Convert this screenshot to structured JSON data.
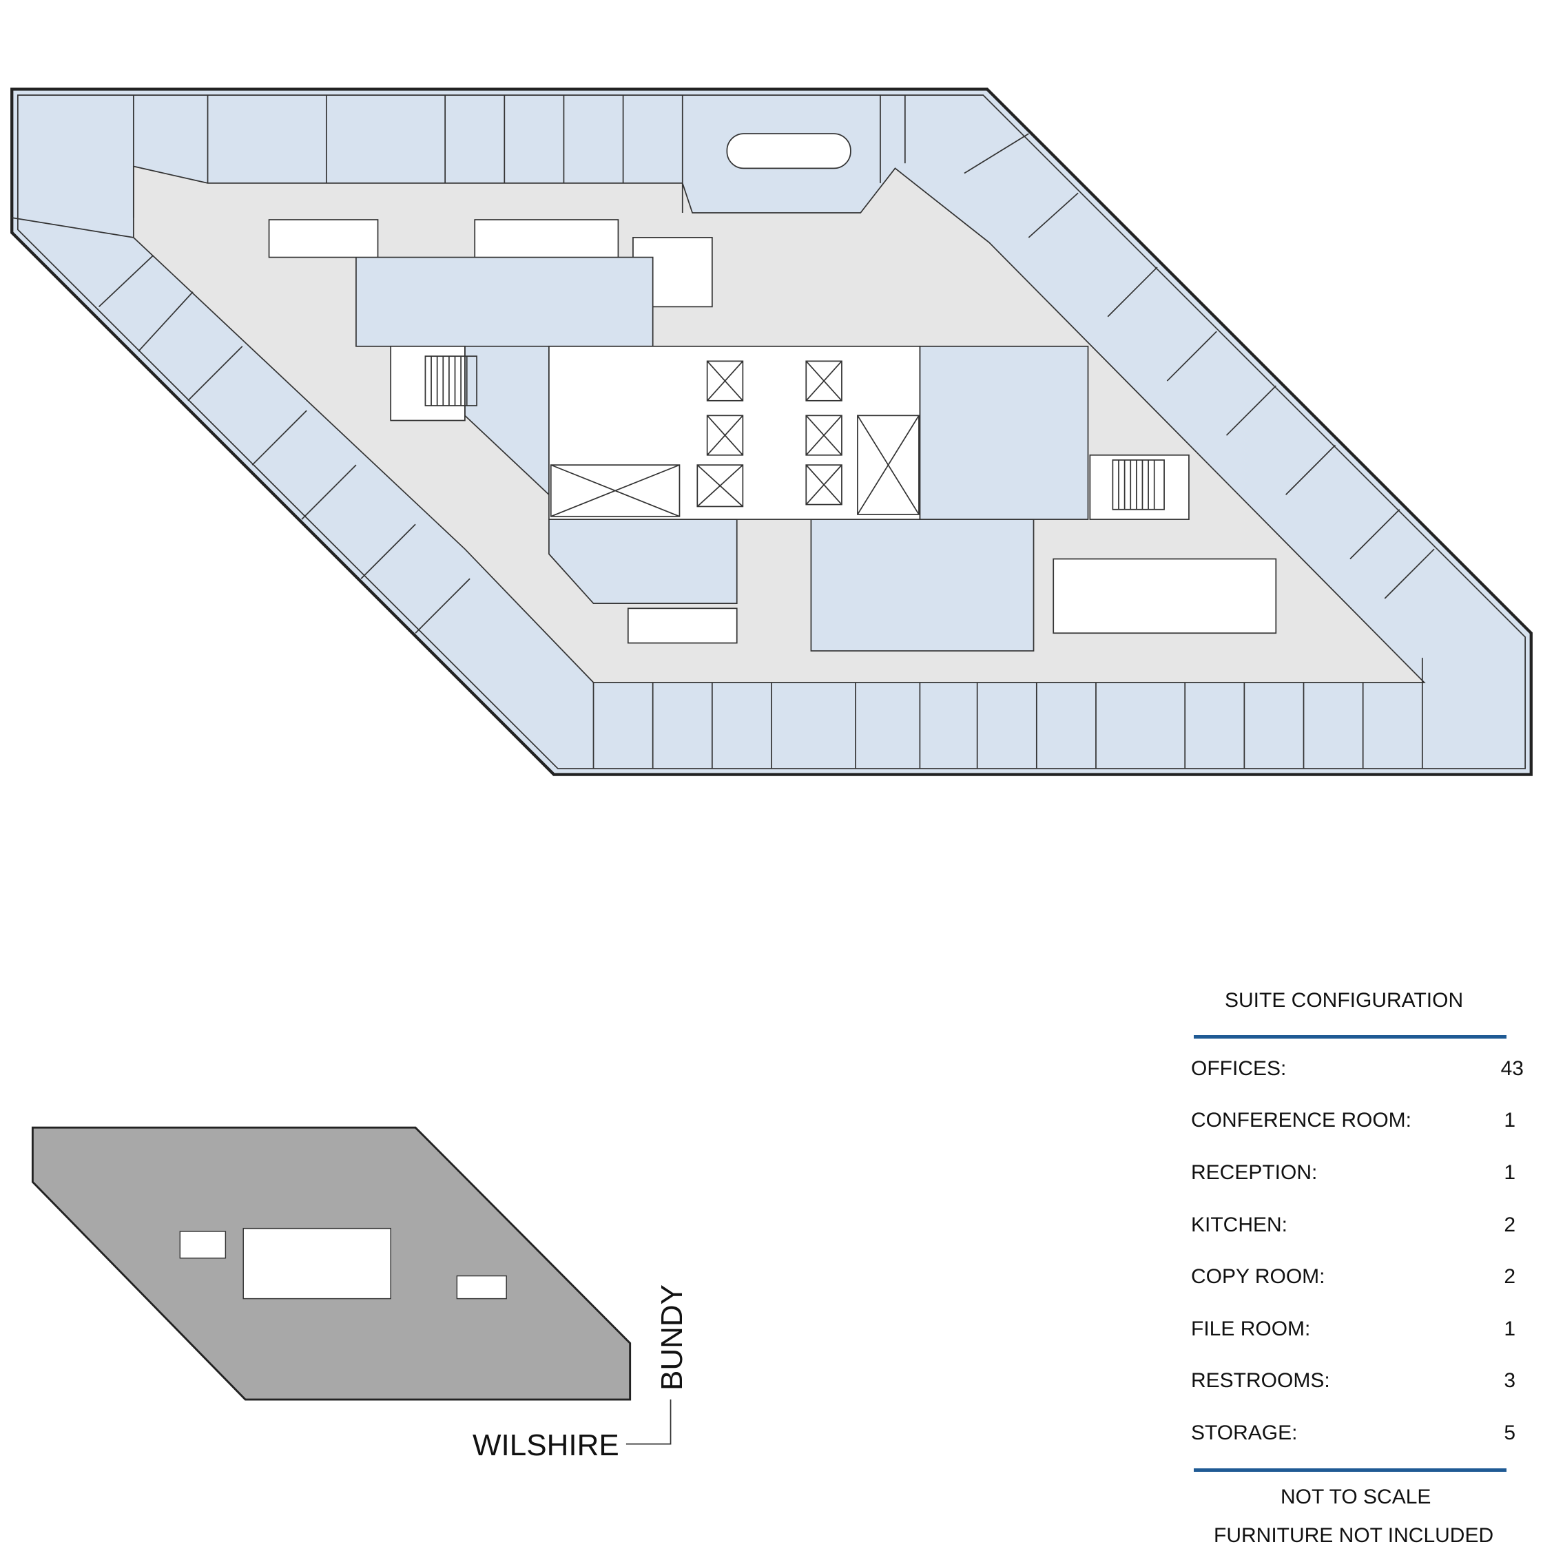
{
  "legend": {
    "title": "SUITE CONFIGURATION",
    "rows": [
      {
        "label": "OFFICES:",
        "value": "43"
      },
      {
        "label": "CONFERENCE ROOM:",
        "value": "1"
      },
      {
        "label": "RECEPTION:",
        "value": "1"
      },
      {
        "label": "KITCHEN:",
        "value": "2"
      },
      {
        "label": "COPY ROOM:",
        "value": "2"
      },
      {
        "label": "FILE ROOM:",
        "value": "1"
      },
      {
        "label": "RESTROOMS:",
        "value": "3"
      },
      {
        "label": "STORAGE:",
        "value": "5"
      }
    ],
    "note_1": "NOT TO SCALE",
    "note_2": "FURNITURE NOT INCLUDED",
    "accent_color": "#1f5a94"
  },
  "key_plan": {
    "street_1": "WILSHIRE",
    "street_2": "BUNDY"
  },
  "colors": {
    "office": "#d7e2ef",
    "corridor": "#e6e6e6",
    "key_plan_fill": "#a8a8a8"
  }
}
